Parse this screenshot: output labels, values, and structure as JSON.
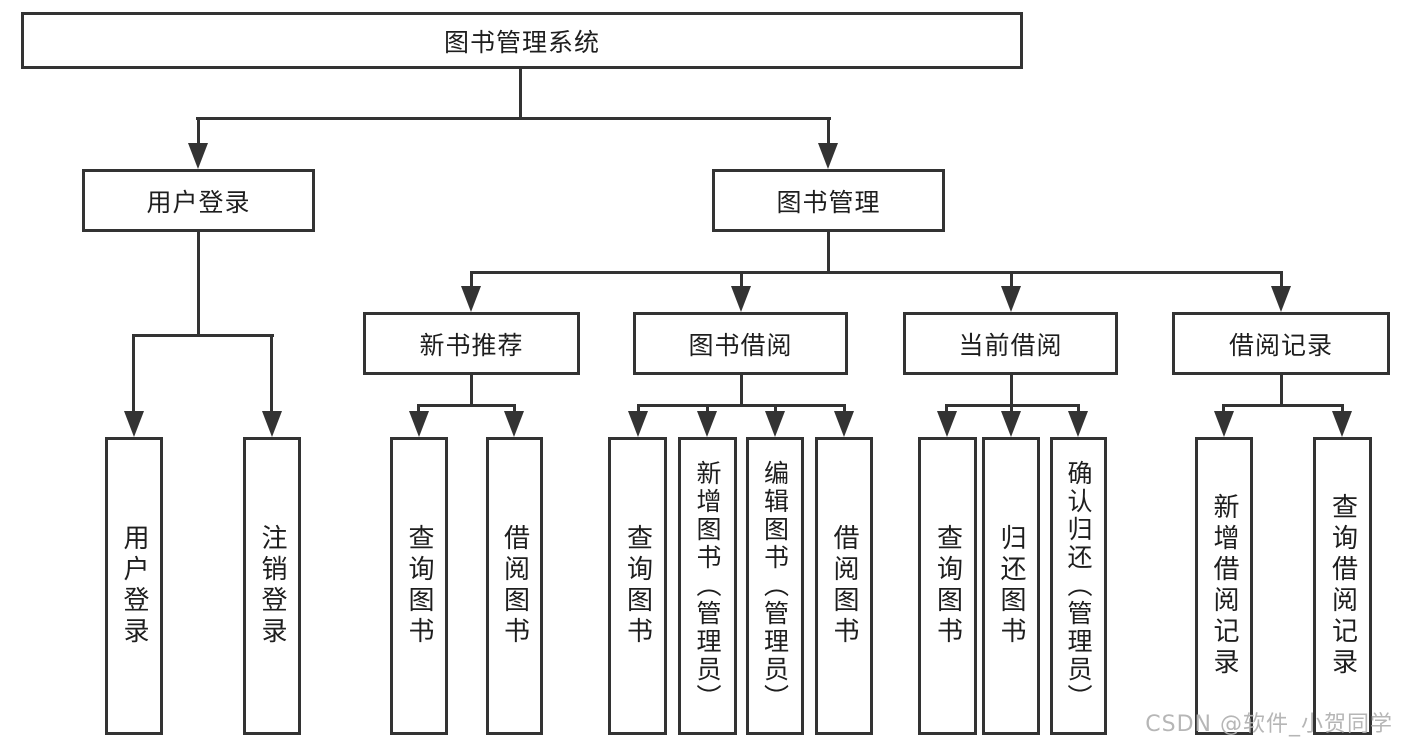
{
  "root": {
    "label": "图书管理系统"
  },
  "branches": [
    {
      "label": "用户登录",
      "children": [
        "用户登录",
        "注销登录"
      ]
    },
    {
      "label": "图书管理",
      "sections": [
        {
          "label": "新书推荐",
          "children": [
            "查询图书",
            "借阅图书"
          ]
        },
        {
          "label": "图书借阅",
          "children": [
            "查询图书",
            "新增图书（管理员）",
            "编辑图书（管理员）",
            "借阅图书"
          ]
        },
        {
          "label": "当前借阅",
          "children": [
            "查询图书",
            "归还图书",
            "确认归还（管理员）"
          ]
        },
        {
          "label": "借阅记录",
          "children": [
            "新增借阅记录",
            "查询借阅记录"
          ]
        }
      ]
    }
  ],
  "watermark": "CSDN @软件_小贺同学",
  "colors": {
    "line": "#333333",
    "text": "#1e1e1e",
    "box_background": "#ffffff",
    "page_background": "#ffffff",
    "watermark": "#b2b2b2"
  }
}
